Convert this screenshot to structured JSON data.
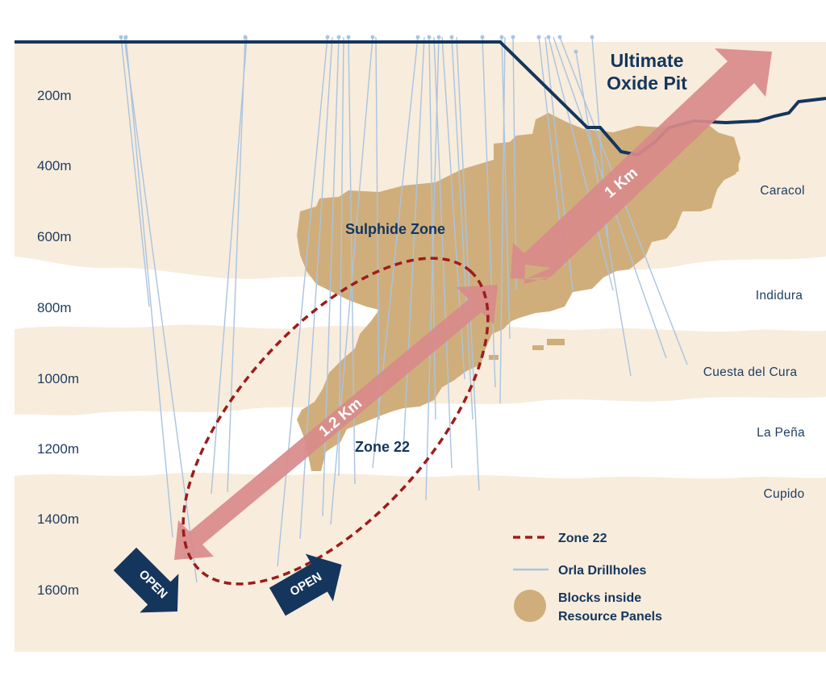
{
  "section": {
    "depth_labels": [
      "200m",
      "400m",
      "600m",
      "800m",
      "1000m",
      "1200m",
      "1400m",
      "1600m"
    ],
    "units": [
      "Caracol",
      "Indidura",
      "Cuesta del Cura",
      "La Peña",
      "Cupido"
    ],
    "pit_label_line1": "Ultimate",
    "pit_label_line2": "Oxide Pit",
    "sulphide_label": "Sulphide Zone",
    "zone22_label": "Zone 22",
    "arrow_short_label": "1 Km",
    "arrow_long_label": "1.2 Km",
    "open_label": "OPEN"
  },
  "legend": {
    "zone22": "Zone 22",
    "drillholes": "Orla Drillholes",
    "blocks_line1": "Blocks inside",
    "blocks_line2": "Resource Panels"
  },
  "colors": {
    "pit_line": "#14365c",
    "zone_ellipse": "#9c1c1c",
    "drillhole": "#a9c4e0",
    "blocks": "#cfae7c",
    "arrow": "#d98a8a",
    "strata_tan": "#f8ecdc"
  }
}
